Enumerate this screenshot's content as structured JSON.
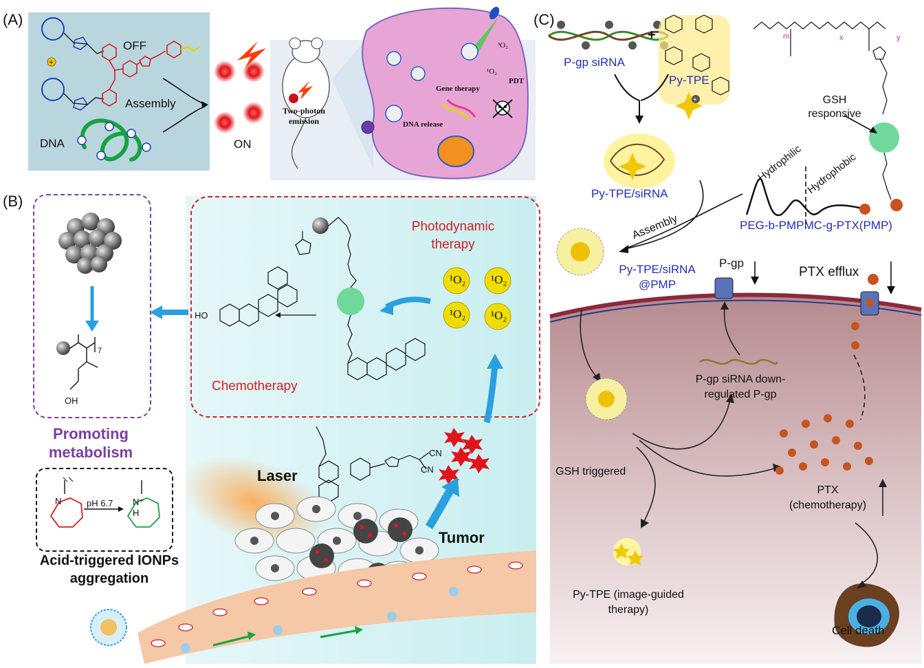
{
  "panels": {
    "a": {
      "label": "(A)",
      "off": "OFF",
      "assembly": "Assembly",
      "dna": "DNA",
      "on": "ON",
      "two_photon": "Two-photon emission",
      "singlet_o2": "¹O₂",
      "triplet_o2": "³O₂",
      "gene_therapy": "Gene therapy",
      "pdt": "PDT",
      "dna_release": "DNA release"
    },
    "b": {
      "label": "(B)",
      "photodynamic": "Photodynamic therapy",
      "chemotherapy": "Chemotherapy",
      "promoting": "Promoting metabolism",
      "ph": "pH 6.7",
      "acid_trigger": "Acid-triggered IONPs aggregation",
      "laser": "Laser",
      "tumor": "Tumor",
      "oh": "OH",
      "ho": "HO",
      "sub_7": "7",
      "cn1": "CN",
      "cn2": "CN",
      "singlet_o2_label": "¹O₂"
    },
    "c": {
      "label": "(C)",
      "pgp_sirna": "P-gp siRNA",
      "plus": "+",
      "py_tpe": "Py-TPE",
      "py_tpe_sirna": "Py-TPE/siRNA",
      "gsh_responsive": "GSH responsive",
      "hydrophilic": "Hydrophilic",
      "hydrophobic": "Hydrophobic",
      "assembly": "Assembly",
      "pmp": "PEG-b-PMPMC-g-PTX(PMP)",
      "py_tpe_sirna_pmp": "Py-TPE/siRNA @PMP",
      "pgp": "P-gp",
      "ptx_efflux": "PTX efflux",
      "pgp_down": "P-gp siRNA down-regulated P-gp",
      "gsh_triggered": "GSH triggered",
      "ptx": "PTX (chemotherapy)",
      "py_tpe_image": "Py-TPE (image-guided therapy)",
      "cell_death": "Cell death",
      "sub_m": "m",
      "sub_x": "x",
      "sub_y": "y"
    }
  },
  "colors": {
    "panel_a_bg": "#b9d6df",
    "cell_pink": "#e7a5d6",
    "panel_b_bg": "#c9eef0",
    "cytoplasm": "#c9a0a3",
    "membrane": "#8a2a3a",
    "np_red": "#e0141a",
    "ptx_orange": "#c7541f",
    "gsh_green": "#6fd89a"
  }
}
